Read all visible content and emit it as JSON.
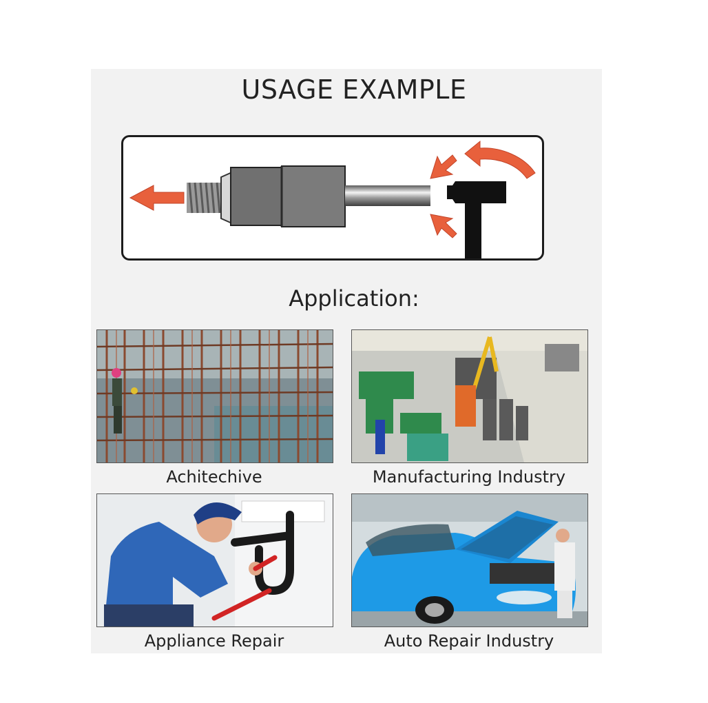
{
  "usage": {
    "title": "USAGE EXAMPLE"
  },
  "application": {
    "title": "Application:",
    "items": [
      {
        "caption": "Achitechive",
        "scene": "construction-scene"
      },
      {
        "caption": "Manufacturing Industry",
        "scene": "factory-scene"
      },
      {
        "caption": "Appliance Repair",
        "scene": "plumber-scene"
      },
      {
        "caption": "Auto Repair Industry",
        "scene": "car-repair-scene"
      }
    ]
  },
  "colors": {
    "arrow": "#e8603c",
    "tool": "#6f6f6f",
    "hammer": "#111111",
    "text": "#222222"
  },
  "icons": [
    "arrow-left-icon",
    "arrow-curved-icon",
    "hammer-icon",
    "socket-icon"
  ]
}
